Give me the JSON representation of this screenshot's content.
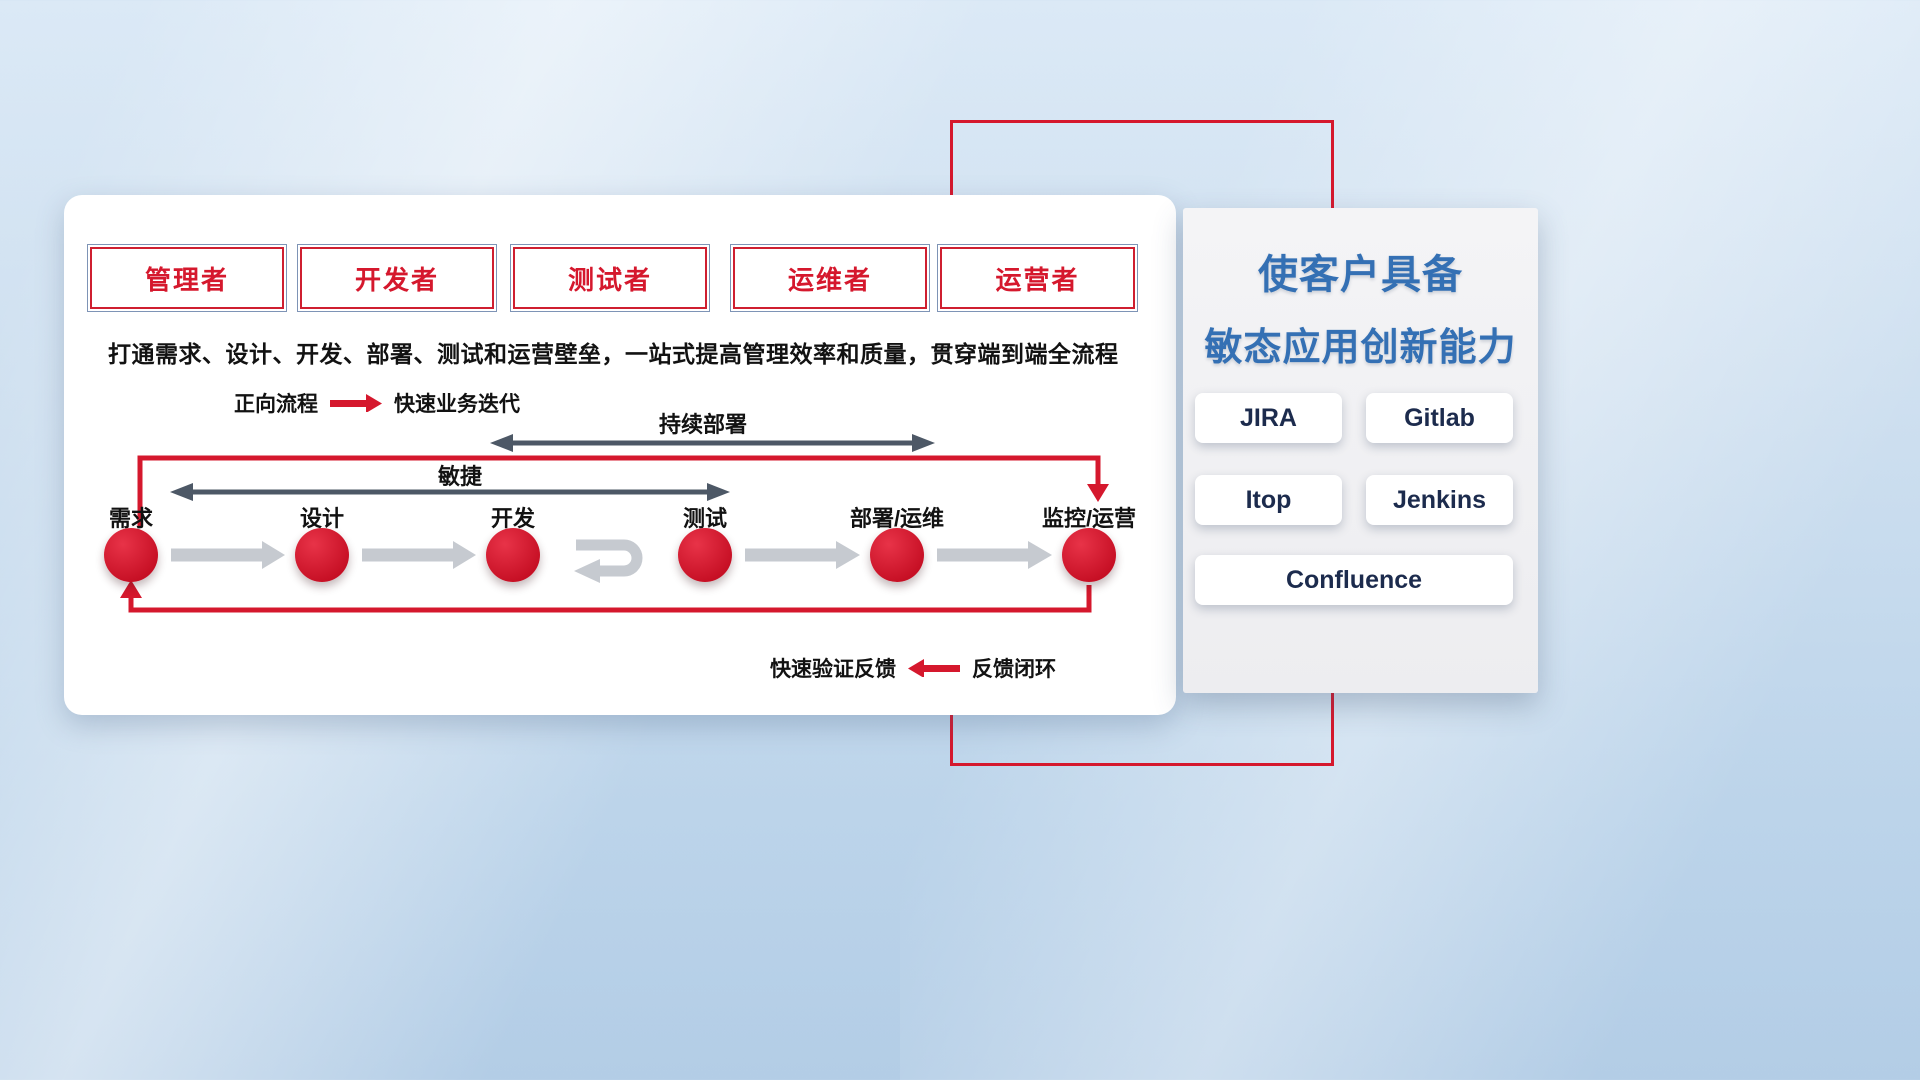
{
  "colors": {
    "accent_red": "#d5182d",
    "title_blue": "#3470b4",
    "dark_arrow": "#4d5866",
    "light_arrow": "#c6cad0",
    "tool_text_navy": "#1c2b4d"
  },
  "roles": [
    "管理者",
    "开发者",
    "测试者",
    "运维者",
    "运营者"
  ],
  "subtitle": "打通需求、设计、开发、部署、测试和运营壁垒，一站式提高管理效率和质量，贯穿端到端全流程",
  "legend_forward": {
    "label": "正向流程",
    "value": "快速业务迭代"
  },
  "spans": {
    "deploy": "持续部署",
    "agile": "敏捷"
  },
  "stages": [
    "需求",
    "设计",
    "开发",
    "测试",
    "部署/运维",
    "监控/运营"
  ],
  "legend_feedback": {
    "label": "快速验证反馈",
    "value": "反馈闭环"
  },
  "right_panel": {
    "title_line1": "使客户具备",
    "title_line2": "敏态应用创新能力",
    "tools": [
      "JIRA",
      "Gitlab",
      "Itop",
      "Jenkins",
      "Confluence"
    ]
  }
}
